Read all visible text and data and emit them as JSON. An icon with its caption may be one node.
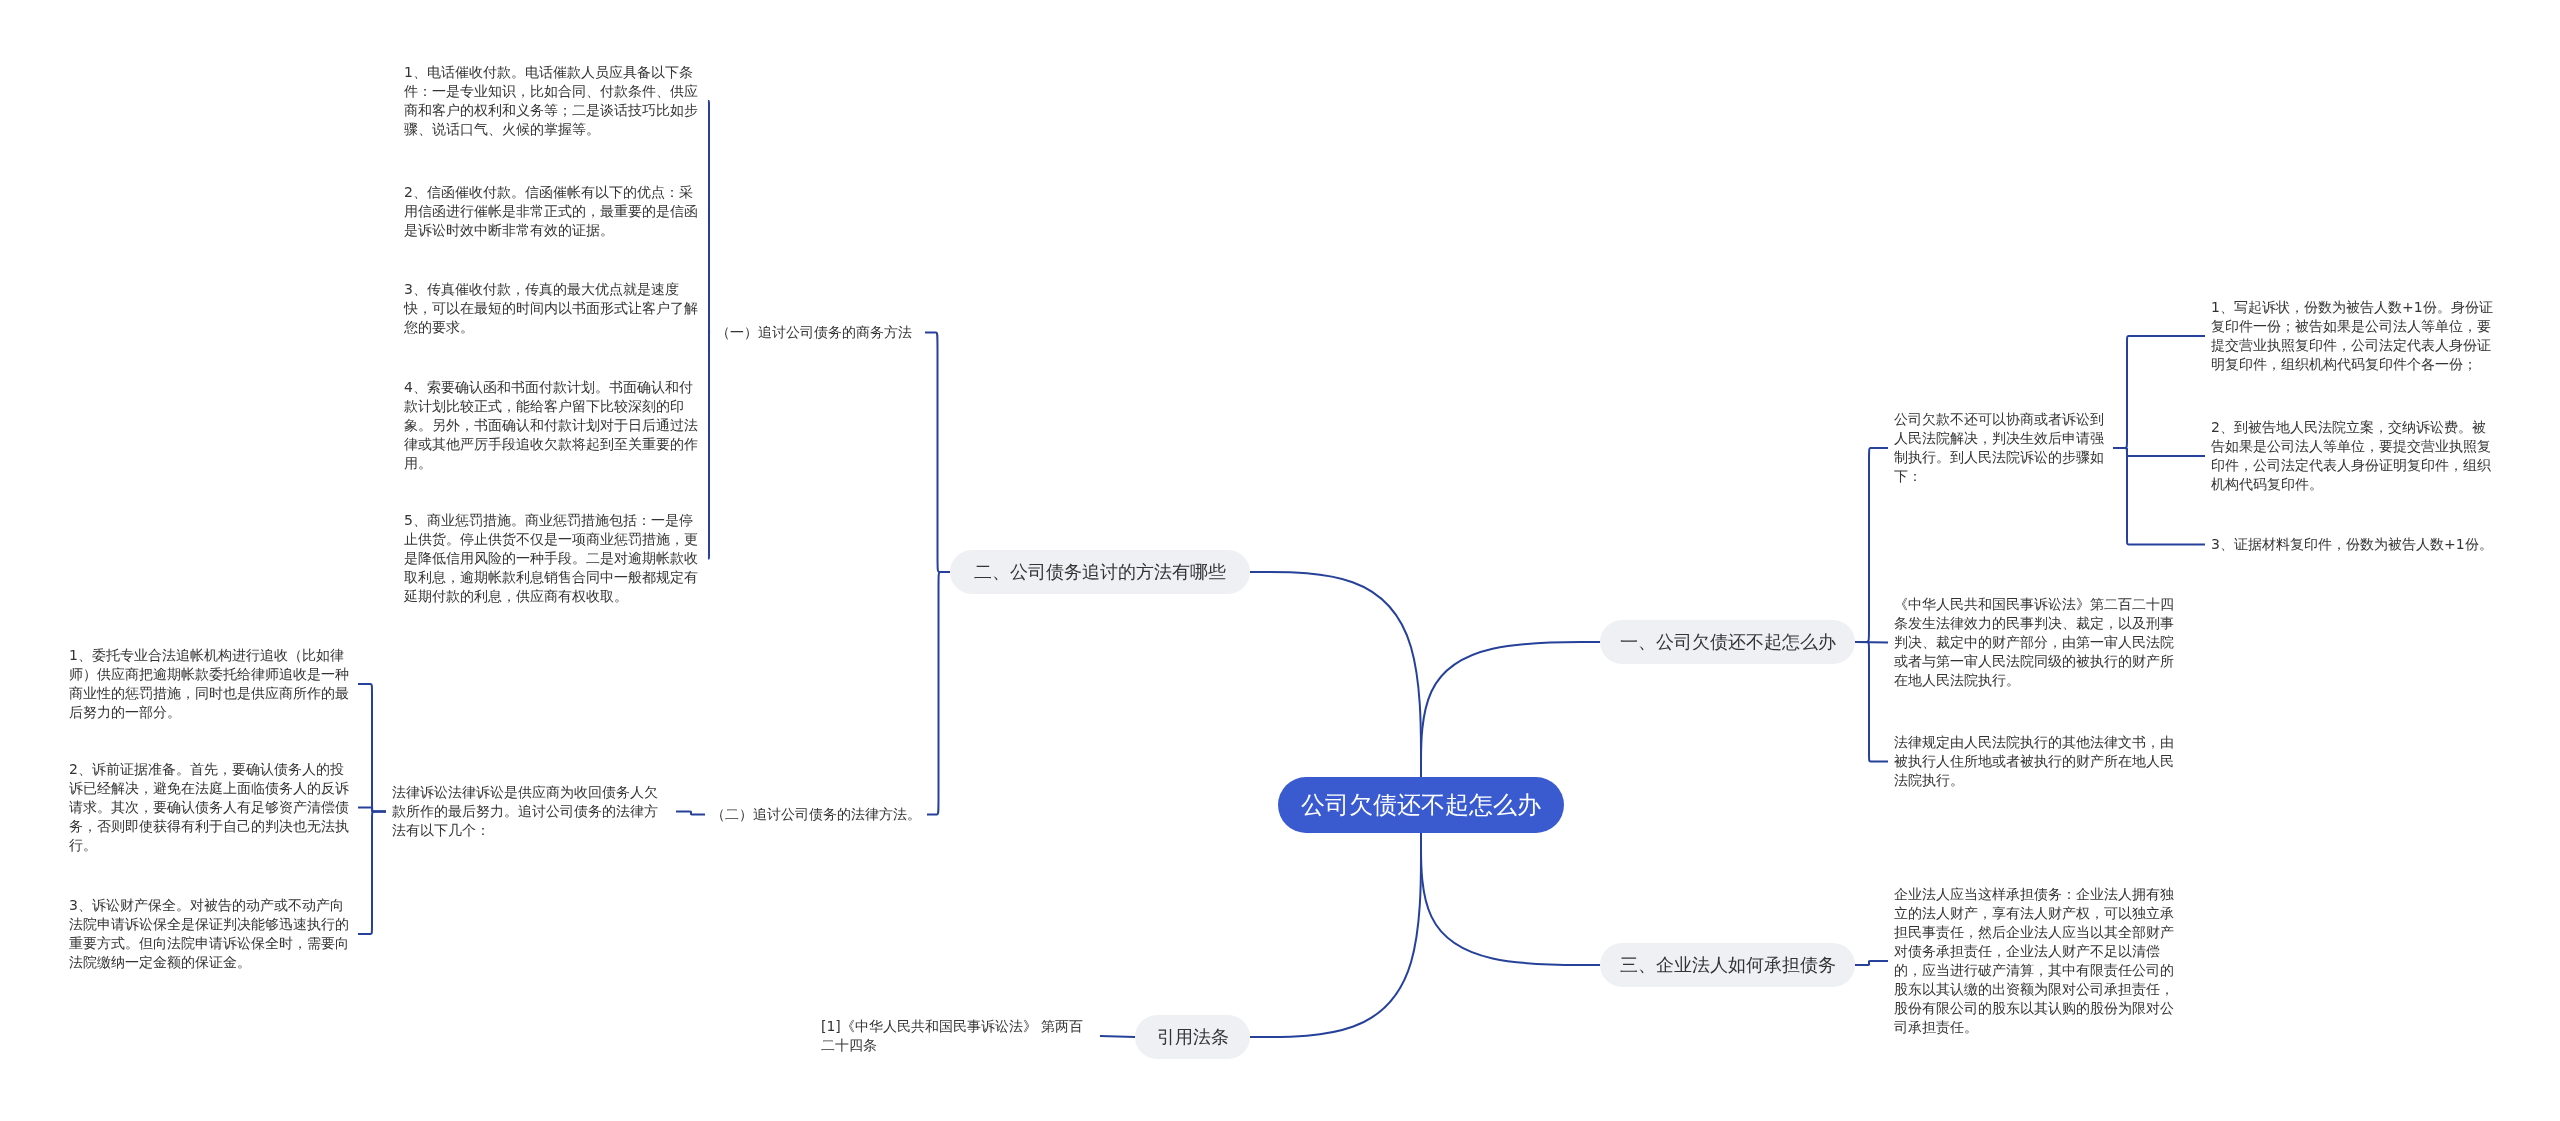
{
  "diagram": {
    "nodes": [
      {
        "text": [
          "公司欠债还不起怎么办"
        ]
      },
      {
        "text": [
          "一、公司欠债还不起怎么办"
        ]
      },
      {
        "text": [
          "公司欠款不还可以协商或者诉讼到人民法院解决，判决生效后申请强制执行。到人民法院诉讼的步骤如下："
        ]
      },
      {
        "text": [
          "1、写起诉状，份数为被告人数+1份。身份证复印件一份；被告如果是公司法人等单位，要提交营业执照复印件，公司法定代表人身份证明复印件，组织机构代码复印件个各一份；"
        ]
      },
      {
        "text": [
          "2、到被告地人民法院立案，交纳诉讼费。被告如果是公司法人等单位，要提交营业执照复印件，公司法定代表人身份证明复印件，组织机构代码复印件。"
        ]
      },
      {
        "text": [
          "3、证据材料复印件，份数为被告人数+1份。"
        ]
      },
      {
        "text": [
          "《中华人民共和国民事诉讼法》第二百二十四条发生法律效力的民事判决、裁定，以及刑事判决、裁定中的财产部分，由第一审人民法院或者与第一审人民法院同级的被执行的财产所在地人民法院执行。"
        ]
      },
      {
        "text": [
          "法律规定由人民法院执行的其他法律文书，由被执行人住所地或者被执行的财产所在地人民法院执行。"
        ]
      },
      {
        "text": [
          "三、企业法人如何承担债务"
        ]
      },
      {
        "text": [
          "企业法人应当这样承担债务：企业法人拥有独立的法人财产，享有法人财产权，可以独立承担民事责任，然后企业法人应当以其全部财产对债务承担责任，企业法人财产不足以清偿的，应当进行破产清算，其中有限责任公司的股东以其认缴的出资额为限对公司承担责任，股份有限公司的股东以其认购的股份为限对公司承担责任。"
        ]
      },
      {
        "text": [
          "二、公司债务追讨的方法有哪些"
        ]
      },
      {
        "text": [
          "（一）追讨公司债务的商务方法"
        ]
      },
      {
        "text": [
          "1、电话催收付款。电话催款人员应具备以下条件：一是专业知识，比如合同、付款条件、供应商和客户的权利和义务等；二是谈话技巧比如步骤、说话口气、火候的掌握等。"
        ]
      },
      {
        "text": [
          "2、信函催收付款。信函催帐有以下的优点：采用信函进行催帐是非常正式的，最重要的是信函是诉讼时效中断非常有效的证据。"
        ]
      },
      {
        "text": [
          "3、传真催收付款，传真的最大优点就是速度快，可以在最短的时间内以书面形式让客户了解您的要求。"
        ]
      },
      {
        "text": [
          "4、索要确认函和书面付款计划。书面确认和付款计划比较正式，能给客户留下比较深刻的印象。另外，书面确认和付款计划对于日后通过法律或其他严厉手段追收欠款将起到至关重要的作用。"
        ]
      },
      {
        "text": [
          "5、商业惩罚措施。商业惩罚措施包括：一是停止供货。停止供货不仅是一项商业惩罚措施，更是降低信用风险的一种手段。二是对逾期帐款收取利息，逾期帐款利息销售合同中一般都规定有延期付款的利息，供应商有权收取。"
        ]
      },
      {
        "text": [
          "（二）追讨公司债务的法律方法。"
        ]
      },
      {
        "text": [
          "法律诉讼法律诉讼是供应商为收回债务人欠款所作的最后努力。追讨公司债务的法律方法有以下几个："
        ]
      },
      {
        "text": [
          "1、委托专业合法追帐机构进行追收（比如律师）供应商把逾期帐款委托给律师追收是一种商业性的惩罚措施，同时也是供应商所作的最后努力的一部分。"
        ]
      },
      {
        "text": [
          "2、诉前证据准备。首先，要确认债务人的投诉已经解决，避免在法庭上面临债务人的反诉请求。其次，要确认债务人有足够资产清偿债务，否则即使获得有利于自己的判决也无法执行。"
        ]
      },
      {
        "text": [
          "3、诉讼财产保全。对被告的动产或不动产向法院申请诉讼保全是保证判决能够迅速执行的重要方式。但向法院申请诉讼保全时，需要向法院缴纳一定金额的保证金。"
        ]
      },
      {
        "text": [
          "引用法条"
        ]
      },
      {
        "text": [
          "[1]《中华人民共和国民事诉讼法》 第两百二十四条"
        ]
      }
    ],
    "edges": [
      {
        "from": 0,
        "to": 1,
        "arrow": "none"
      },
      {
        "from": 1,
        "to": 2,
        "arrow": "none"
      },
      {
        "from": 2,
        "to": 3,
        "arrow": "none"
      },
      {
        "from": 2,
        "to": 4,
        "arrow": "none"
      },
      {
        "from": 2,
        "to": 5,
        "arrow": "none"
      },
      {
        "from": 1,
        "to": 6,
        "arrow": "none"
      },
      {
        "from": 1,
        "to": 7,
        "arrow": "none"
      },
      {
        "from": 0,
        "to": 8,
        "arrow": "none"
      },
      {
        "from": 8,
        "to": 9,
        "arrow": "none"
      },
      {
        "from": 0,
        "to": 10,
        "arrow": "none"
      },
      {
        "from": 10,
        "to": 11,
        "arrow": "none"
      },
      {
        "from": 11,
        "to": 12,
        "arrow": "none"
      },
      {
        "from": 11,
        "to": 13,
        "arrow": "none"
      },
      {
        "from": 11,
        "to": 14,
        "arrow": "none"
      },
      {
        "from": 11,
        "to": 15,
        "arrow": "none"
      },
      {
        "from": 11,
        "to": 16,
        "arrow": "none"
      },
      {
        "from": 10,
        "to": 17,
        "arrow": "none"
      },
      {
        "from": 17,
        "to": 18,
        "arrow": "none"
      },
      {
        "from": 18,
        "to": 19,
        "arrow": "none"
      },
      {
        "from": 18,
        "to": 20,
        "arrow": "none"
      },
      {
        "from": 18,
        "to": 21,
        "arrow": "none"
      },
      {
        "from": 0,
        "to": 22,
        "arrow": "none"
      },
      {
        "from": 22,
        "to": 23,
        "arrow": "none"
      }
    ]
  }
}
